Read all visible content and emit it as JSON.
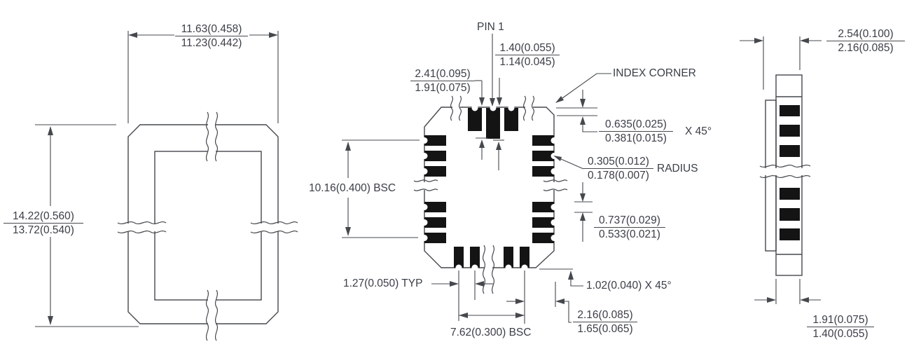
{
  "drawing": {
    "colors": {
      "background": "#ffffff",
      "line": "#45484d",
      "pad_fill": "#141414",
      "text": "#3a3e46"
    },
    "labels": {
      "pin1": "PIN 1",
      "index_corner": "INDEX CORNER"
    },
    "dims": {
      "package_width": {
        "max": "11.63(0.458)",
        "min": "11.23(0.442)"
      },
      "package_height": {
        "max": "14.22(0.560)",
        "min": "13.72(0.540)"
      },
      "pin1_pad_width": {
        "max": "1.40(0.055)",
        "min": "1.14(0.045)"
      },
      "pad_length": {
        "max": "2.41(0.095)",
        "min": "1.91(0.075)"
      },
      "index_chamfer": {
        "max": "0.635(0.025)",
        "min": "0.381(0.015)",
        "suffix": "X 45°"
      },
      "castellation_radius": {
        "max": "0.305(0.012)",
        "min": "0.178(0.007)",
        "suffix": "RADIUS"
      },
      "pad_height": {
        "max": "0.737(0.029)",
        "min": "0.533(0.021)"
      },
      "side_row_span": {
        "text": "10.16(0.400) BSC"
      },
      "pad_pitch": {
        "text": "1.27(0.050) TYP"
      },
      "bottom_row_span": {
        "text": "7.62(0.300) BSC"
      },
      "corner_chamfer": {
        "text": "1.02(0.040) X 45°"
      },
      "pad_to_edge": {
        "max": "2.16(0.085)",
        "min": "1.65(0.065)"
      },
      "overall_thickness": {
        "max": "2.54(0.100)",
        "min": "2.16(0.085)"
      },
      "base_width": {
        "max": "1.91(0.075)",
        "min": "1.40(0.055)"
      }
    }
  }
}
